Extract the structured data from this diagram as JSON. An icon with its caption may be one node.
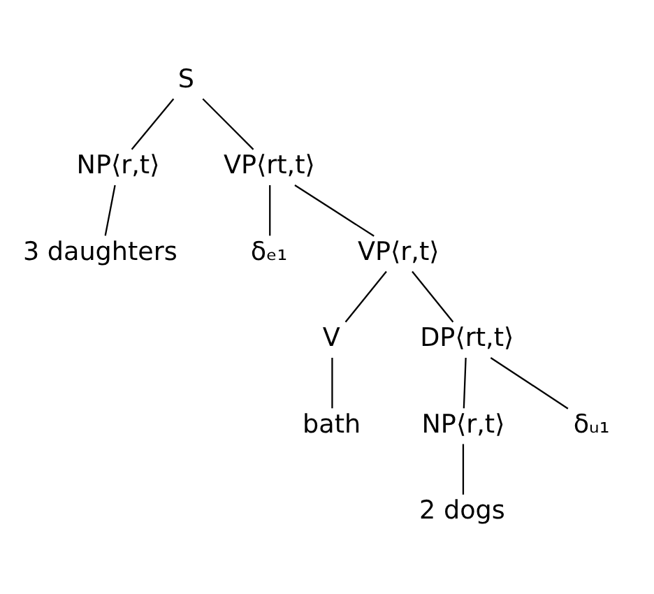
{
  "diagram": {
    "nodes": [
      {
        "text": [
          "S"
        ]
      },
      {
        "text": [
          "NP⟨r,t⟩"
        ]
      },
      {
        "text": [
          "VP⟨rt,t⟩"
        ]
      },
      {
        "text": [
          "3 daughters"
        ]
      },
      {
        "text": [
          "δₑ₁"
        ]
      },
      {
        "text": [
          "VP⟨r,t⟩"
        ]
      },
      {
        "text": [
          "V"
        ]
      },
      {
        "text": [
          "DP⟨rt,t⟩"
        ]
      },
      {
        "text": [
          "bath"
        ]
      },
      {
        "text": [
          "NP⟨r,t⟩"
        ]
      },
      {
        "text": [
          "δᵤ₁"
        ]
      },
      {
        "text": [
          "2 dogs"
        ]
      }
    ],
    "edges": [
      {
        "from": 0,
        "to": 1,
        "arrow": "none"
      },
      {
        "from": 0,
        "to": 2,
        "arrow": "none"
      },
      {
        "from": 1,
        "to": 3,
        "arrow": "none"
      },
      {
        "from": 2,
        "to": 4,
        "arrow": "none"
      },
      {
        "from": 2,
        "to": 5,
        "arrow": "none"
      },
      {
        "from": 5,
        "to": 6,
        "arrow": "none"
      },
      {
        "from": 5,
        "to": 7,
        "arrow": "none"
      },
      {
        "from": 6,
        "to": 8,
        "arrow": "none"
      },
      {
        "from": 7,
        "to": 9,
        "arrow": "none"
      },
      {
        "from": 7,
        "to": 10,
        "arrow": "none"
      },
      {
        "from": 9,
        "to": 11,
        "arrow": "none"
      }
    ]
  }
}
